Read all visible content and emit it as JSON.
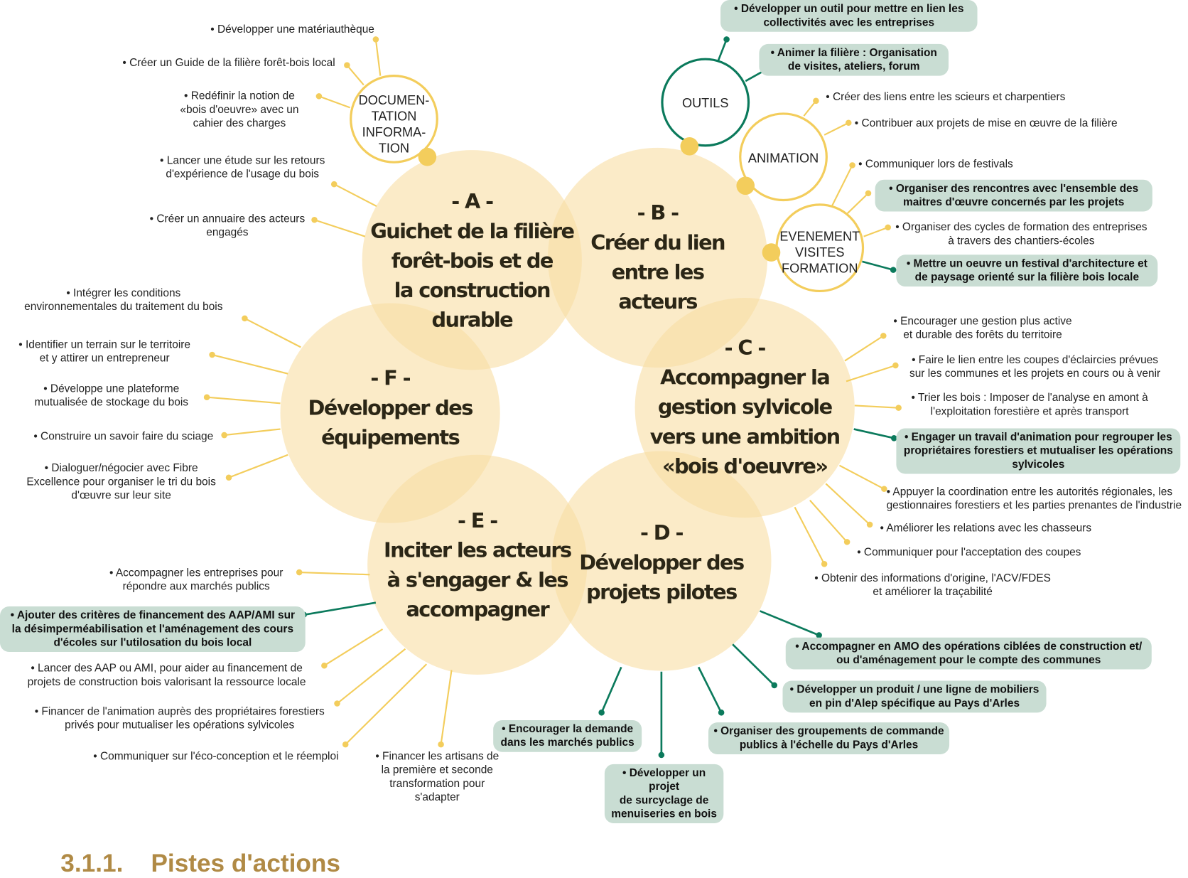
{
  "circles": {
    "A": {
      "letter": "- A -",
      "title": "Guichet de la filière\nforêt-bois et de\nla construction\ndurable"
    },
    "B": {
      "letter": "- B -",
      "title": "Créer du lien\nentre les\nacteurs"
    },
    "C": {
      "letter": "- C -",
      "title": "Accompagner la\ngestion sylvicole\nvers une ambition\n«bois d'oeuvre»"
    },
    "D": {
      "letter": "- D -",
      "title": "Développer des\nprojets pilotes"
    },
    "E": {
      "letter": "- E -",
      "title": "Inciter les acteurs\nà s'engager & les\naccompagner"
    },
    "F": {
      "letter": "- F -",
      "title": "Développer des\néquipements"
    }
  },
  "small_circles": {
    "documentation": "DOCUMEN-\nTATION\nINFORMA-\nTION",
    "outils": "OUTILS",
    "animation": "ANIMATION",
    "evenement": "EVENEMENT\nVISITES\nFORMATION"
  },
  "items": [
    "• Développer une matériauthèque",
    "• Créer un Guide de la filière forêt-bois local",
    "• Redéfinir la notion de\n«bois d'oeuvre» avec un\ncahier des charges",
    "• Lancer une étude sur les retours\nd'expérience de l'usage du bois",
    "• Créer un annuaire des acteurs\nengagés",
    "• Intégrer les conditions\nenvironnementales du traitement du bois",
    "• Identifier un terrain sur le territoire\net y attirer un entrepreneur",
    "• Développe une plateforme\nmutualisée de stockage du bois",
    "• Construire un savoir faire du sciage",
    "• Dialoguer/négocier avec Fibre\nExcellence pour organiser le tri du bois\nd'œuvre sur leur site",
    "• Accompagner les entreprises pour\nrépondre aux marchés publics",
    "• Ajouter des critères de financement des AAP/AMI sur\nla désimperméabilisation et l'aménagement des cours\nd'écoles sur l'utilosation du bois local",
    "• Lancer des AAP ou AMI, pour aider au financement de\nprojets de construction bois valorisant la ressource locale",
    "• Financer de l'animation auprès des propriétaires forestiers\nprivés pour mutualiser les opérations sylvicoles",
    "• Communiquer sur l'éco-conception et le réemploi",
    "• Financer les artisans de\nla première et seconde\ntransformation pour\ns'adapter",
    "• Encourager la demande\ndans les marchés publics",
    "• Développer un projet\nde surcyclage de\nmenuiseries en bois",
    "• Organiser des groupements de commande\npublics à l'échelle du Pays d'Arles",
    "• Développer un produit / une ligne de mobiliers\nen pin d'Alep spécifique au Pays d'Arles",
    "• Accompagner en AMO des opérations ciblées de construction et/\nou d'aménagement pour le compte des communes",
    "• Obtenir des informations d'origine, l'ACV/FDES\net améliorer la traçabilité",
    "• Communiquer pour l'acceptation des coupes",
    "• Améliorer les relations avec les chasseurs",
    "• Appuyer la coordination entre les autorités régionales, les\ngestionnaires forestiers et les parties prenantes de l'industrie",
    "• Engager un travail d'animation pour regrouper les\npropriétaires forestiers et mutualiser les opérations\nsylvicoles",
    "• Trier les bois : Imposer de l'analyse en amont à\nl'exploitation forestière et après transport",
    "• Faire le lien entre les coupes d'éclaircies prévues\nsur les communes et les projets en cours ou à venir",
    "• Encourager une gestion plus active\net durable des forêts du territoire",
    "• Mettre un oeuvre un festival d'architecture et\nde paysage orienté sur la filière bois locale",
    "• Organiser des cycles de formation des entreprises\nà travers des chantiers-écoles",
    "• Organiser des rencontres avec l'ensemble des\nmaitres d'œuvre concernés par les projets",
    "• Communiquer lors de festivals",
    "• Contribuer aux projets de mise en œuvre de la filière",
    "• Créer des liens entre les scieurs et charpentiers",
    "• Animer la filière : Organisation\nde visites, ateliers, forum",
    "• Développer un outil pour mettre en lien les\ncollectivités avec les entreprises"
  ],
  "heading": "3.1.1.    Pistes d'actions",
  "colors": {
    "circle_fill": "#f9dea3",
    "yellow": "#f3cd5c",
    "green": "#0b7a5c",
    "highlight": "#c9ddd3",
    "heading": "#b08a45"
  }
}
